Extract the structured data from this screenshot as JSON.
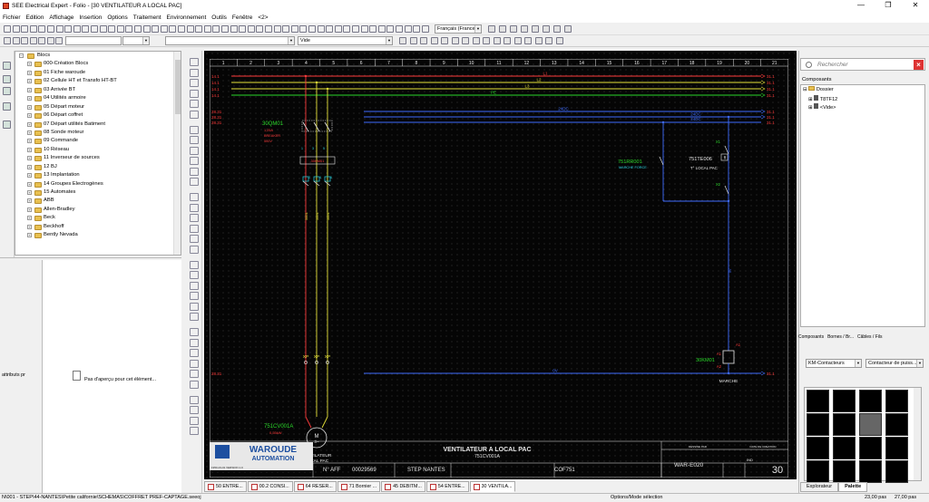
{
  "window": {
    "title": "SEE Electrical Expert - Folio - [30 VENTILATEUR A LOCAL PAC]",
    "controls": [
      "—",
      "❐",
      "✕"
    ]
  },
  "menu": [
    "Fichier",
    "Edition",
    "Affichage",
    "Insertion",
    "Options",
    "Traitement",
    "Environnement",
    "Outils",
    "Fenêtre",
    "<2>"
  ],
  "toolbar": {
    "language": "Français (France)",
    "style": "Vide"
  },
  "tree": {
    "root": "Blocs",
    "items": [
      "000-Création Blocs",
      "01 Fiche waroude",
      "02 Cellule HT et Transfo HT-BT",
      "03 Arrivée BT",
      "04 Utilités armoire",
      "05 Départ moteur",
      "06 Départ coffret",
      "07 Départ utilités Batiment",
      "08 Sonde moteur",
      "09 Commande",
      "10 Réseau",
      "11 Inverseur de sources",
      "12 BJ",
      "13 Implantation",
      "14 Groupes Electrogènes",
      "15 Automates",
      "ABB",
      "Allen-Bradley",
      "Beck",
      "Beckhoff",
      "Bently Nevada"
    ]
  },
  "preview": {
    "attr_label": "attributs pr",
    "text": "Pas d'aperçu pour cet élément..."
  },
  "drawing": {
    "columns": [
      "1",
      "2",
      "3",
      "4",
      "5",
      "6",
      "7",
      "8",
      "9",
      "10",
      "11",
      "12",
      "13",
      "14",
      "15",
      "16",
      "17",
      "18",
      "19",
      "20",
      "21"
    ],
    "left_refs": [
      "14.1",
      "14.1",
      "14.1",
      "14.1",
      "28.31",
      "28.31",
      "28.31"
    ],
    "right_refs": [
      "31.1",
      "31.1",
      "31.1",
      "31.1",
      "31.1",
      "31.1",
      "31.1"
    ],
    "bus_labels": [
      "L1",
      "L2",
      "L3",
      "PE",
      "24DC",
      "24DC",
      "0V"
    ],
    "breaker": {
      "tag": "30QM01",
      "l1": "1,25A",
      "l2": "BREAKER",
      "l3": "500V"
    },
    "contactor_tag": "30KM01",
    "motor": {
      "tag": "751CV001A",
      "rating": "0,55kW",
      "symbol": "M",
      "phase": "3~",
      "caption1": "VENTILATEUR",
      "caption2": "LOCAL PAC"
    },
    "right_branch": {
      "tag1": "751RR001",
      "sub1": "MARCHE FORCE",
      "tag2": "751TE006",
      "sub2": "T° LOCAL PAC",
      "coil_tag": "30KM01",
      "coil_caption": "MARCHE"
    },
    "xp": [
      "XP",
      "XP",
      "XP",
      "XP"
    ],
    "terminal_nums": [
      "1",
      "2",
      "3",
      "4",
      "5",
      "6"
    ],
    "cable_tags": [
      "50G1",
      "50G1",
      "50G1"
    ],
    "small_labels": [
      "A1",
      "A2",
      "X1",
      "X2"
    ],
    "title_block": {
      "logo1": "WAROUDE",
      "logo2": "AUTOMATION",
      "main_title": "VENTILATEUR A LOCAL PAC",
      "sub_title": "751CV001A",
      "naff_label": "N° AFF",
      "naff": "00029569",
      "client": "STEP NANTES",
      "cof": "COF751",
      "doc": "WAR-E020",
      "ind_label": "IND",
      "page": "30",
      "dessine": "DESSINE PAR",
      "date": "DATE DE CREATION",
      "small": "1950-23-01  VERSION 1.0"
    }
  },
  "tabs": [
    "50 ENTRE...",
    "00.2 CONSI...",
    "64 RESER...",
    "71 Bornier ...",
    "45 DEBITM...",
    "54 ENTRE...",
    "30 VENTILA..."
  ],
  "status": {
    "path": "N\\001 - STEP\\44-NANTES\\Petite californie\\SCHEMAS\\COFFRET PREF-CAPTAGE.seeoj",
    "mode": "Options/Mode sélection",
    "pas1": "23,00 pas",
    "pas2": "27,00 pas"
  },
  "right": {
    "search_placeholder": "Rechercher",
    "composants": "Composants",
    "tree": [
      "Dossier",
      "T8TF12",
      "<Vide>"
    ],
    "tabs": [
      "Composants",
      "Bornes / Br...",
      "Câbles / Fils"
    ],
    "palette_filter": "KM-Contacteurs",
    "palette_type": "Contacteur de puiss...",
    "bottom_tabs": [
      "Explorateur",
      "Palette"
    ]
  },
  "colors": {
    "canvas": "#050505",
    "red": "#ff3b3b",
    "yellow": "#e6e23a",
    "green": "#2bd92b",
    "cyan": "#2ad7e6",
    "blue": "#3f6cff",
    "white": "#e8e8e8"
  }
}
